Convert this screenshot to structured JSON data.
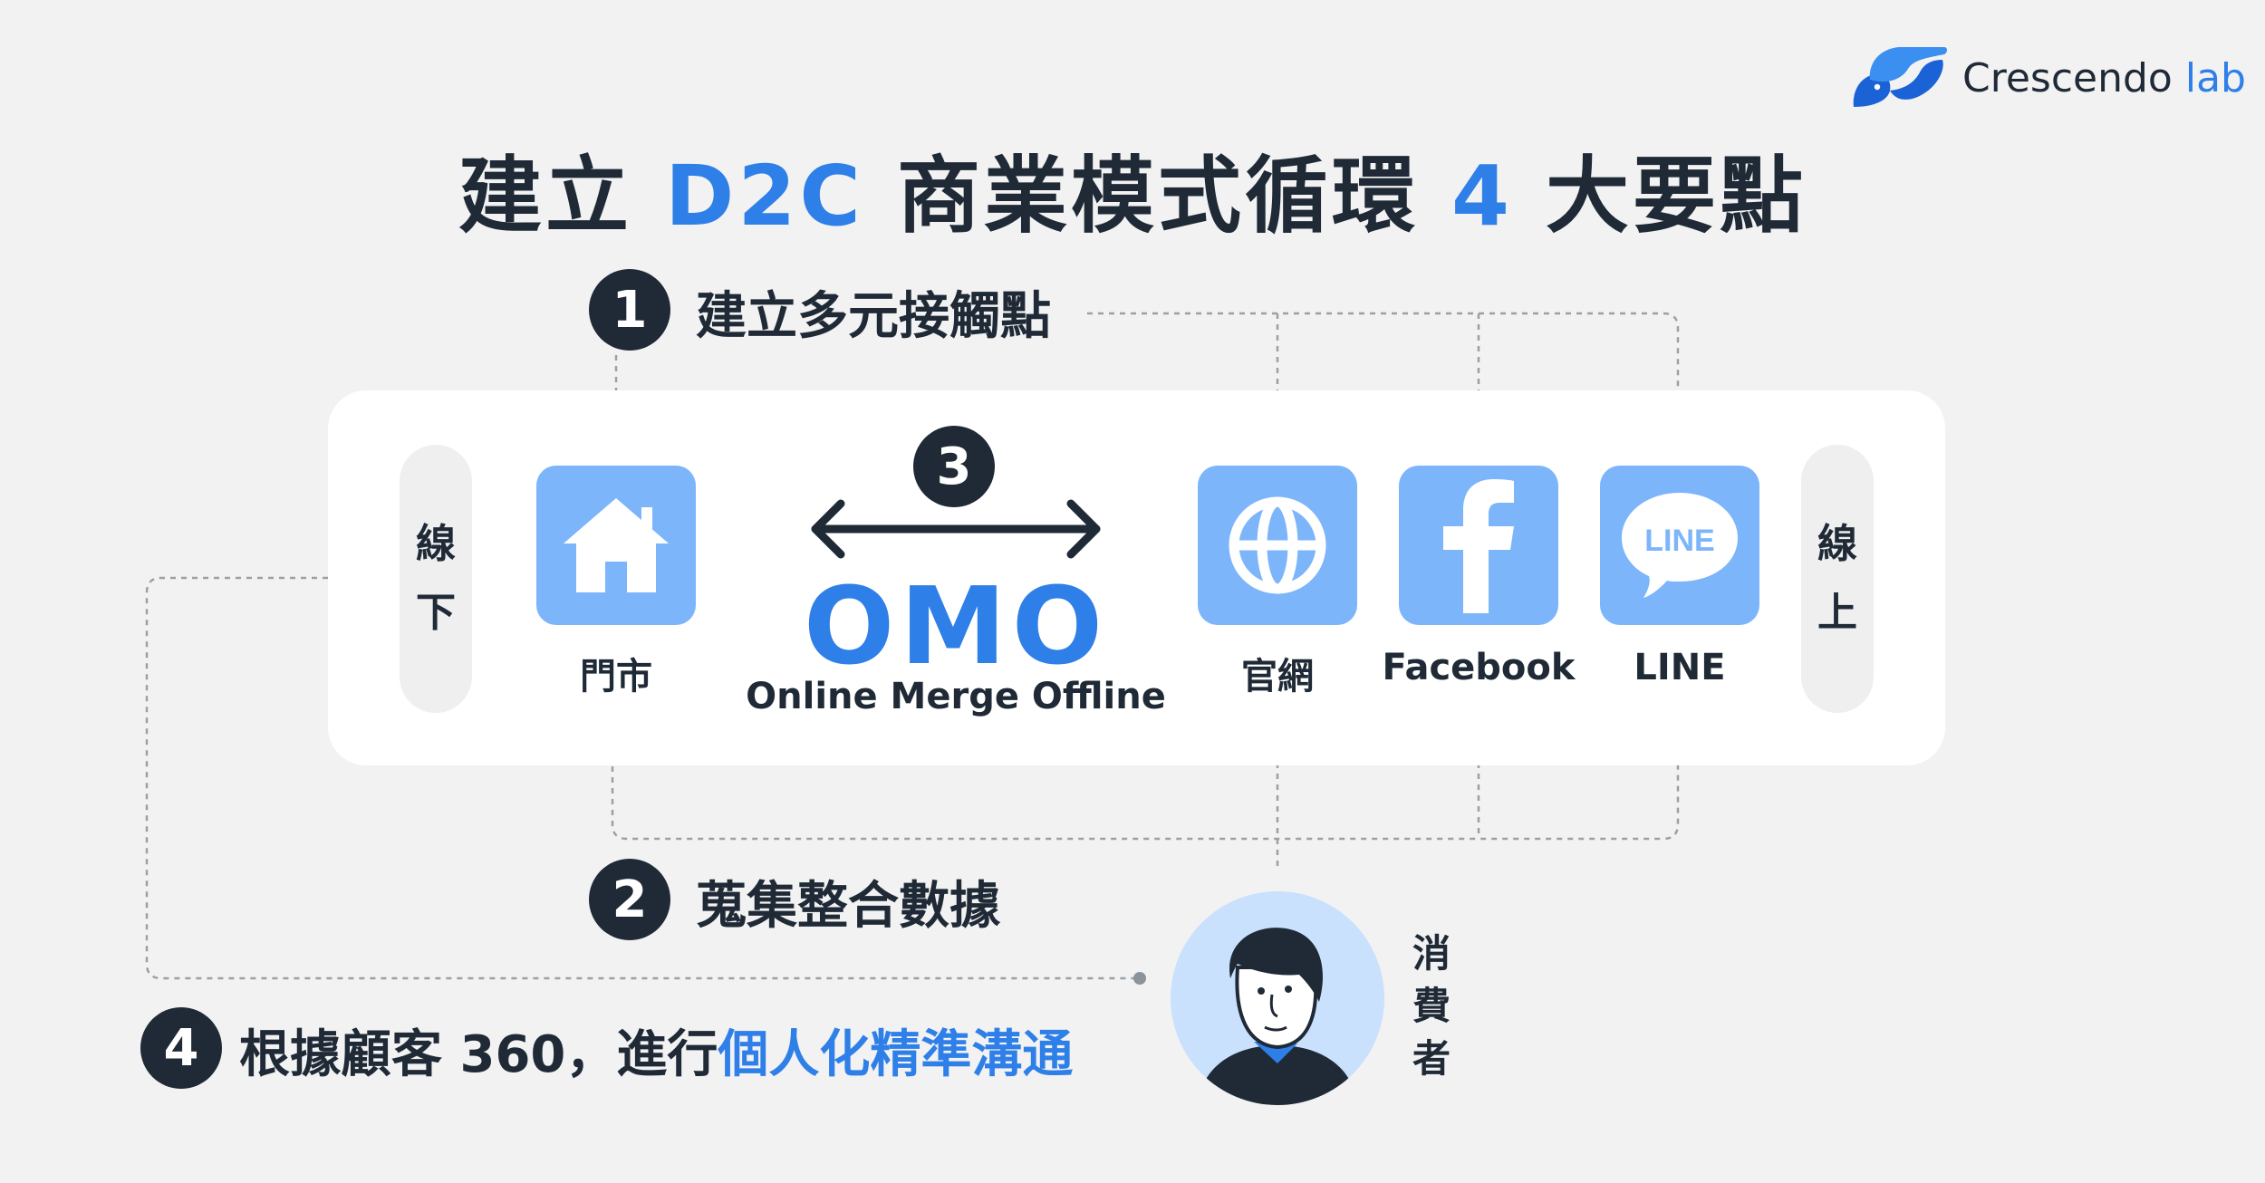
{
  "logo": {
    "brand": "Crescendo",
    "suffix": "lab"
  },
  "title": {
    "prefix": "建立",
    "highlight": "D2C",
    "middle": "商業模式循環",
    "number": "4",
    "suffix": "大要點"
  },
  "steps": {
    "one": {
      "number": "1",
      "label": "建立多元接觸點"
    },
    "two": {
      "number": "2",
      "label": "蒐集整合數據"
    },
    "three": {
      "number": "3"
    },
    "four": {
      "number": "4",
      "label": "根據顧客 360，進行",
      "highlight": "個人化精準溝通"
    }
  },
  "channels": {
    "offline": {
      "chars": [
        "線",
        "下"
      ]
    },
    "online": {
      "chars": [
        "線",
        "上"
      ]
    },
    "store": {
      "label": "門市",
      "icon": "house-icon"
    },
    "website": {
      "label": "官網",
      "icon": "globe-icon"
    },
    "facebook": {
      "label": "Facebook",
      "icon": "facebook-icon"
    },
    "line": {
      "label": "LINE",
      "icon": "line-icon",
      "badge": "LINE"
    }
  },
  "omo": {
    "title": "OMO",
    "subtitle": "Online Merge Offline"
  },
  "consumer": {
    "chars": [
      "消",
      "費",
      "者"
    ]
  },
  "colors": {
    "accent": "#2e7fe8",
    "tile": "#7db5fb",
    "dark": "#1f2a36",
    "background": "#f2f2f2",
    "avatar_bg": "#c9e1fc"
  }
}
